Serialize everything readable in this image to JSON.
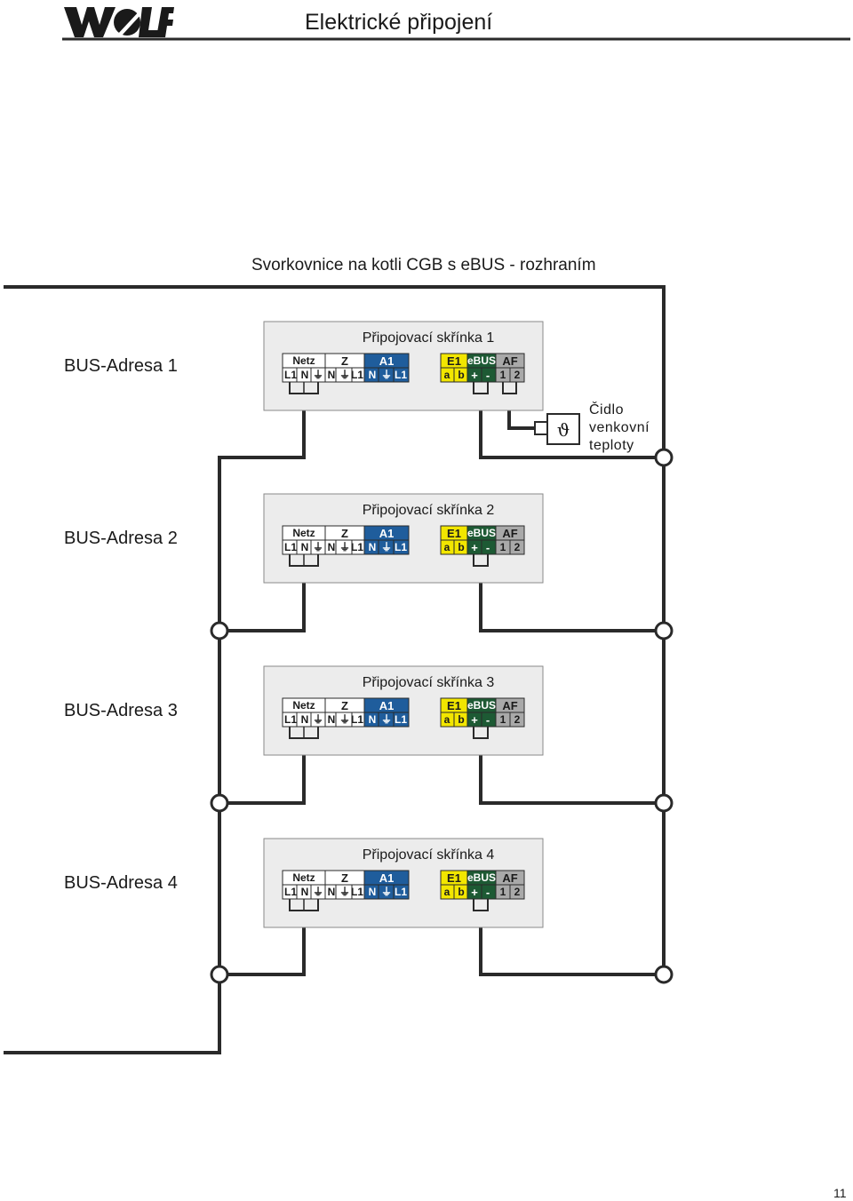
{
  "header": {
    "logo": "WOLF",
    "title": "Elektrické připojení"
  },
  "diagram": {
    "subtitle": "Svorkovnice na kotli CGB s eBUS - rozhraním",
    "units": [
      {
        "bus_label": "BUS-Adresa 1",
        "box_label": "Připojovací skřínka 1"
      },
      {
        "bus_label": "BUS-Adresa 2",
        "box_label": "Připojovací skřínka 2"
      },
      {
        "bus_label": "BUS-Adresa 3",
        "box_label": "Připojovací skřínka 3"
      },
      {
        "bus_label": "BUS-Adresa 4",
        "box_label": "Připojovací skřínka 4"
      }
    ],
    "terminal": {
      "netz": {
        "header": "Netz",
        "pins": [
          "L1",
          "N",
          "⏚"
        ]
      },
      "z": {
        "header": "Z",
        "pins": [
          "N",
          "⏚",
          "L1"
        ]
      },
      "a1": {
        "header": "A1",
        "pins": [
          "N",
          "⏚",
          "L1"
        ]
      },
      "e1": {
        "header": "E1",
        "pins": [
          "a",
          "b"
        ]
      },
      "ebus": {
        "header": "eBUS",
        "pins": [
          "+",
          "-"
        ]
      },
      "af": {
        "header": "AF",
        "pins": [
          "1",
          "2"
        ]
      }
    },
    "sensor": {
      "symbol": "ϑ",
      "label_lines": [
        "Čidlo",
        "venkovní",
        "teploty"
      ]
    },
    "colors": {
      "a1_blue": "#1f5d9c",
      "e1_yellow": "#f2e600",
      "ebus_green": "#1d5a34",
      "af_gray": "#a9a9a9",
      "box_fill": "#ececec",
      "wire": "#2a2a2a"
    }
  },
  "footer": {
    "page_number": "11"
  }
}
